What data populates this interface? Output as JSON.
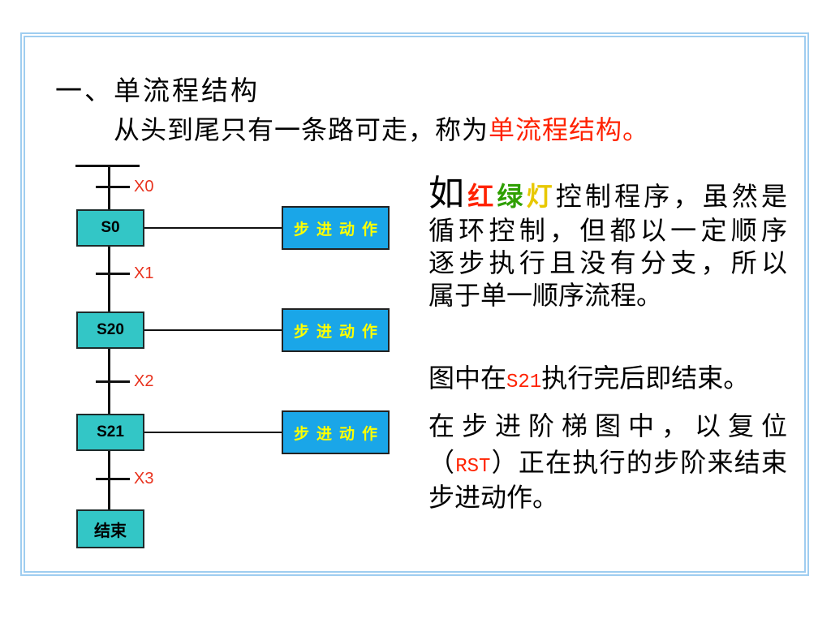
{
  "title": "一、单流程结构",
  "subtitle": {
    "text": "从头到尾只有一条路可走，称为",
    "highlight": "单流程结构。"
  },
  "diagram": {
    "transitions": [
      "X0",
      "X1",
      "X2",
      "X3"
    ],
    "steps": [
      {
        "label": "S0",
        "action": "步进动作"
      },
      {
        "label": "S20",
        "action": "步进动作"
      },
      {
        "label": "S21",
        "action": "步进动作"
      }
    ],
    "end_label": "结束"
  },
  "description": {
    "para1": {
      "lead": "如",
      "red_char": "红",
      "green_char": "绿",
      "yellow_char": "灯",
      "lines": [
        "控制程序，虽然是",
        "循环控制，但都以一定顺序",
        "逐步执行且没有分支，所以",
        "属于单一顺序流程。"
      ]
    },
    "para2": {
      "before": "图中在",
      "highlight": "S21",
      "after": "执行完后即结束。"
    },
    "para3": {
      "line1": "在步进阶梯图中，以复位",
      "line2": {
        "before": "（",
        "highlight": "RST",
        "after": "）正在执行的步阶来结束"
      },
      "line3": "步进动作。"
    }
  },
  "colors": {
    "frame_border": "#9fcdf0",
    "step_fill": "#33c6c6",
    "action_fill": "#1aa6e8",
    "action_text": "#ffff00",
    "transition_label": "#e8321e",
    "highlight_red": "#ff2200",
    "green": "#2e9f00",
    "yellow": "#e8c800"
  }
}
